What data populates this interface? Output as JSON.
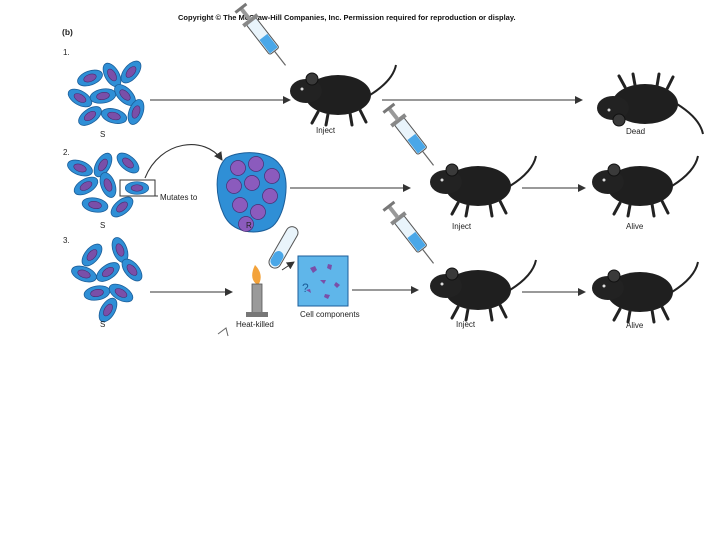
{
  "copyright": "Copyright © The McGraw-Hill Companies, Inc. Permission required for reproduction or display.",
  "panel_label": "(b)",
  "rows": [
    {
      "number": "1.",
      "strain": "S",
      "step_labels": [
        "Inject"
      ],
      "outcome": "Dead"
    },
    {
      "number": "2.",
      "strain": "S",
      "mutation_label": "Mutates to",
      "result_strain": "R",
      "step_labels": [
        "Inject"
      ],
      "outcome": "Alive"
    },
    {
      "number": "3.",
      "strain": "S",
      "treatment_label": "Heat-killed",
      "components_label": "Cell components",
      "step_labels": [
        "Inject"
      ],
      "outcome": "Alive"
    }
  ],
  "colors": {
    "cell_outer": "#2f8fd6",
    "cell_inner": "#7a4fa8",
    "syringe_fluid": "#4aa7e8",
    "mouse": "#1f1f1f",
    "arrow": "#333333"
  }
}
